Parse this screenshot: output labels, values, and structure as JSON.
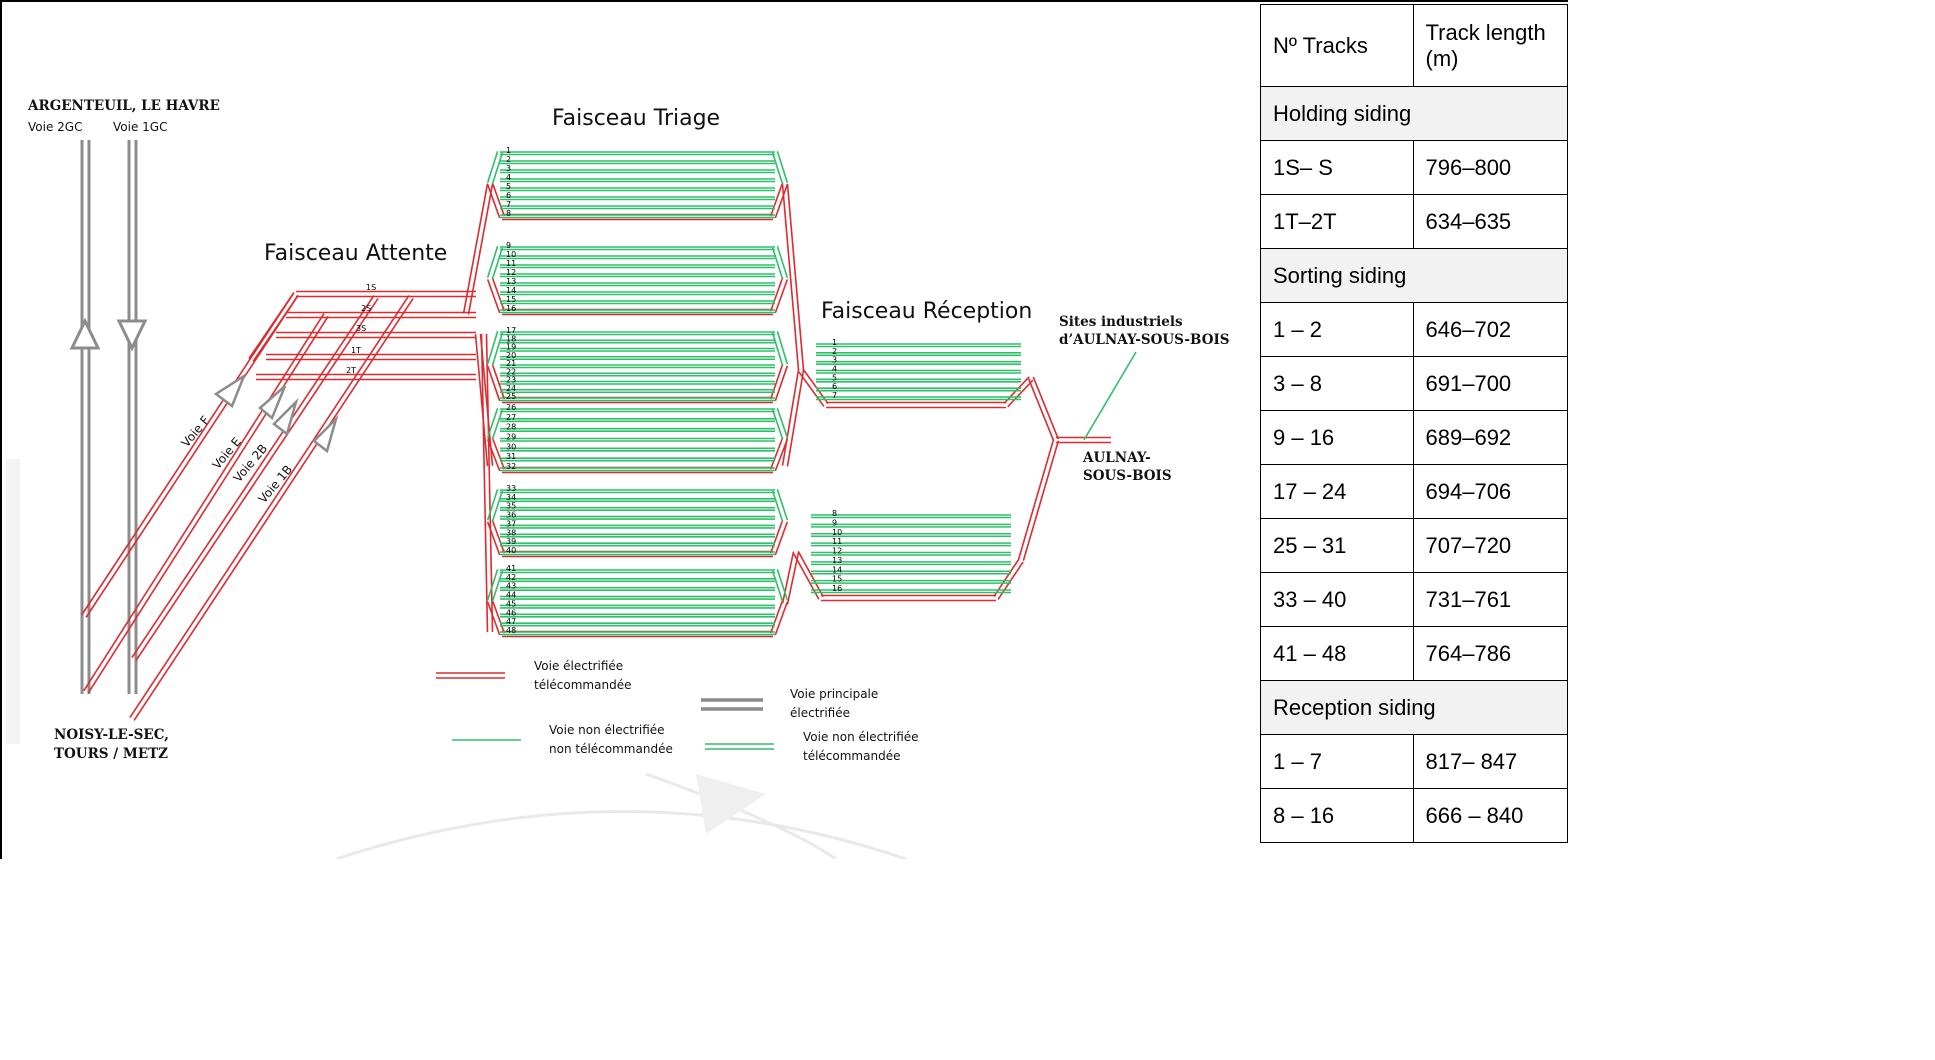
{
  "diagram": {
    "sections": {
      "triage": "Faisceau Triage",
      "attente": "Faisceau Attente",
      "reception": "Faisceau Réception"
    },
    "places": {
      "north": "ARGENTEUIL,  LE HAVRE",
      "voie_2gc": "Voie 2GC",
      "voie_1gc": "Voie 1GC",
      "south_1": "NOISY-LE-SEC,",
      "south_2": "TOURS / METZ",
      "sites_1": "Sites industriels",
      "sites_2": "d’AULNAY-SOUS-BOIS",
      "aulnay_1": "AULNAY-",
      "aulnay_2": "SOUS-BOIS"
    },
    "ramps": {
      "f": "Voie F",
      "e": "Voie E",
      "b2": "Voie 2B",
      "b1": "Voie 1B"
    },
    "holding_tracks": [
      "1S",
      "2S",
      "3S",
      "1T",
      "2T"
    ],
    "track_numbers": {
      "g1": [
        "1",
        "2",
        "3",
        "4",
        "5",
        "6",
        "7",
        "8"
      ],
      "g2": [
        "9",
        "10",
        "11",
        "12",
        "13",
        "14",
        "15",
        "16"
      ],
      "g3": [
        "17",
        "18",
        "19",
        "20",
        "21",
        "22",
        "23",
        "24",
        "25"
      ],
      "g4": [
        "26",
        "27",
        "28",
        "29",
        "30",
        "31",
        "32"
      ],
      "g5": [
        "33",
        "34",
        "35",
        "36",
        "37",
        "38",
        "39",
        "40"
      ],
      "g6": [
        "41",
        "42",
        "43",
        "44",
        "45",
        "46",
        "47",
        "48"
      ],
      "r1": [
        "1",
        "2",
        "3",
        "4",
        "5",
        "6",
        "7"
      ],
      "r2": [
        "8",
        "9",
        "10",
        "11",
        "12",
        "13",
        "14",
        "15",
        "16"
      ]
    },
    "legend": {
      "red_1": "Voie électrifiée",
      "red_2": "télécommandée",
      "green_thin_1": "Voie non électrifiée",
      "green_thin_2": "non télécommandée",
      "grey_1": "Voie principale",
      "grey_2": "électrifiée",
      "green_double_1": "Voie non électrifiée",
      "green_double_2": "télécommandée"
    },
    "colors": {
      "electrified": "#dd2a2f",
      "non_electrified": "#2fbf6a",
      "main_line": "#8c8c8c"
    }
  },
  "table": {
    "header": {
      "col1": "Nº Tracks",
      "col2": "Track length (m)"
    },
    "rows": [
      {
        "section": "Holding siding"
      },
      {
        "tracks": "1S– S",
        "length": "796–800"
      },
      {
        "tracks": "1T–2T",
        "length": "634–635"
      },
      {
        "section": "Sorting siding"
      },
      {
        "tracks": "1 – 2",
        "length": "646–702"
      },
      {
        "tracks": "3 – 8",
        "length": "691–700"
      },
      {
        "tracks": "9 – 16",
        "length": "689–692"
      },
      {
        "tracks": "17 – 24",
        "length": "694–706"
      },
      {
        "tracks": "25 – 31",
        "length": "707–720"
      },
      {
        "tracks": "33 – 40",
        "length": "731–761"
      },
      {
        "tracks": "41 – 48",
        "length": "764–786"
      },
      {
        "section": "Reception siding"
      },
      {
        "tracks": "1 – 7",
        "length": "817– 847"
      },
      {
        "tracks": "8 – 16",
        "length": "666 – 840"
      }
    ]
  }
}
